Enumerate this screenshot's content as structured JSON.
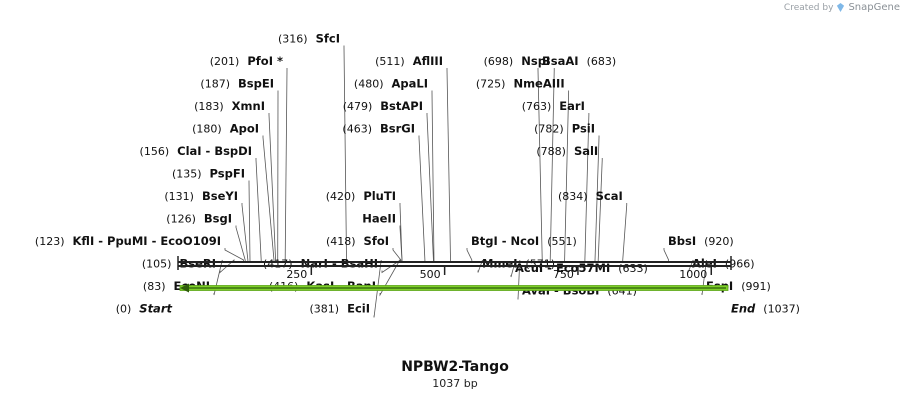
{
  "credit": {
    "text": "Created by",
    "brand": "SnapGene"
  },
  "title": "NPBW2-Tango",
  "subtitle": "1037 bp",
  "sequence_length": 1037,
  "ruler_ticks": [
    "250",
    "500",
    "750",
    "1000"
  ],
  "feature_color": "#7fcf2a",
  "sites": [
    {
      "row": 1,
      "parts": [
        {
          "num": "(316)",
          "names": [
            "SfcI"
          ],
          "pos": [
            316
          ]
        }
      ]
    },
    {
      "row": 2,
      "parts": [
        {
          "num": "(201)",
          "names": [
            "PfoI *"
          ],
          "pos": [
            201
          ]
        },
        {
          "num": "(511)",
          "names": [
            "AflIII"
          ],
          "pos": [
            511
          ]
        },
        {
          "num": "(698)",
          "names": [
            "NspI"
          ],
          "pos": [
            698
          ]
        }
      ]
    },
    {
      "row": 3,
      "parts": [
        {
          "num": "(187)",
          "names": [
            "BspEI"
          ],
          "pos": [
            187
          ]
        },
        {
          "num": "(480)",
          "names": [
            "ApaLI"
          ],
          "pos": [
            480
          ]
        },
        {
          "num": "(725)",
          "names": [
            "NmeAIII"
          ],
          "pos": [
            725
          ]
        }
      ]
    },
    {
      "row": 4,
      "parts": [
        {
          "num": "(183)",
          "names": [
            "XmnI"
          ],
          "pos": [
            183
          ]
        },
        {
          "num": "(479)",
          "names": [
            "BstAPI"
          ],
          "pos": [
            479
          ]
        },
        {
          "num": "(763)",
          "names": [
            "EarI"
          ],
          "pos": [
            763
          ]
        }
      ]
    },
    {
      "row": 5,
      "parts": [
        {
          "num": "(180)",
          "names": [
            "ApoI"
          ],
          "pos": [
            180
          ]
        },
        {
          "num": "(463)",
          "names": [
            "BsrGI"
          ],
          "pos": [
            463
          ]
        },
        {
          "num": "(782)",
          "names": [
            "PsiI"
          ],
          "pos": [
            782
          ]
        }
      ]
    },
    {
      "row": 6,
      "parts": [
        {
          "num": "(156)",
          "names": [
            "ClaI",
            "BspDI"
          ],
          "pos": [
            156
          ]
        },
        {
          "num": "(788)",
          "names": [
            "SalI"
          ],
          "pos": [
            788
          ]
        }
      ]
    },
    {
      "row": 7,
      "parts": [
        {
          "num": "(135)",
          "names": [
            "PspFI"
          ],
          "pos": [
            135
          ]
        }
      ]
    },
    {
      "row": 8,
      "parts": [
        {
          "num": "(131)",
          "names": [
            "BseYI"
          ],
          "pos": [
            131
          ]
        },
        {
          "num": "(420)",
          "names": [
            "PluTI"
          ],
          "pos": [
            420
          ]
        },
        {
          "num": "(834)",
          "names": [
            "ScaI"
          ],
          "pos": [
            834
          ]
        }
      ]
    },
    {
      "row": 9,
      "parts": [
        {
          "num": "(126)",
          "names": [
            "BsgI"
          ],
          "pos": [
            126
          ]
        },
        {
          "num": "",
          "names": [
            "HaeII"
          ],
          "pos": [
            420
          ]
        }
      ]
    },
    {
      "row": 10,
      "parts": [
        {
          "num": "(123)",
          "names": [
            "KflI",
            "PpuMI",
            "EcoO109I"
          ],
          "pos": [
            123
          ]
        },
        {
          "num": "(418)",
          "names": [
            "SfoI"
          ],
          "pos": [
            418
          ]
        },
        {
          "names": [
            "BtgI",
            "NcoI"
          ],
          "num_after": "(551)",
          "pos": [
            551
          ]
        },
        {
          "names": [
            "BbsI"
          ],
          "num_after": "(920)",
          "pos": [
            920
          ]
        }
      ]
    },
    {
      "row": 11,
      "parts": [
        {
          "num": "(105)",
          "names": [
            "BseRI"
          ],
          "pos": [
            105
          ]
        },
        {
          "num": "(417)",
          "names": [
            "NarI",
            "BsaHI"
          ],
          "pos": [
            417
          ]
        },
        {
          "names": [
            "MmeI"
          ],
          "num_after": "(571)",
          "pos": [
            571
          ]
        },
        {
          "names": [
            "AleI"
          ],
          "num_after": "(966)",
          "pos": [
            966
          ]
        }
      ]
    },
    {
      "row": 12,
      "parts": [
        {
          "num": "(83)",
          "names": [
            "EcoNI"
          ],
          "pos": [
            83
          ]
        },
        {
          "num": "(416)",
          "names": [
            "KasI",
            "BanI"
          ],
          "pos": [
            416
          ]
        },
        {
          "names": [
            "FspI"
          ],
          "num_after": "(991)",
          "pos": [
            991
          ]
        }
      ]
    },
    {
      "row": 13,
      "parts": [
        {
          "num": "(0)",
          "names": [
            "Start"
          ],
          "pos": [
            0
          ],
          "italic": true
        },
        {
          "num": "(381)",
          "names": [
            "EciI"
          ],
          "pos": [
            381
          ]
        },
        {
          "names": [
            "End"
          ],
          "num_after": "(1037)",
          "pos": [
            1037
          ],
          "italic": true
        }
      ]
    }
  ],
  "top_right_sites": [
    {
      "names": [
        "BsaAI"
      ],
      "num_after": "(683)",
      "pos": 683
    },
    {
      "names": [
        "AcuI",
        "Eco57MI"
      ],
      "num_after": "(633)",
      "pos": 633
    },
    {
      "names": [
        "AvaI",
        "BsoBI"
      ],
      "num_after": "(641)",
      "pos": 641
    }
  ]
}
